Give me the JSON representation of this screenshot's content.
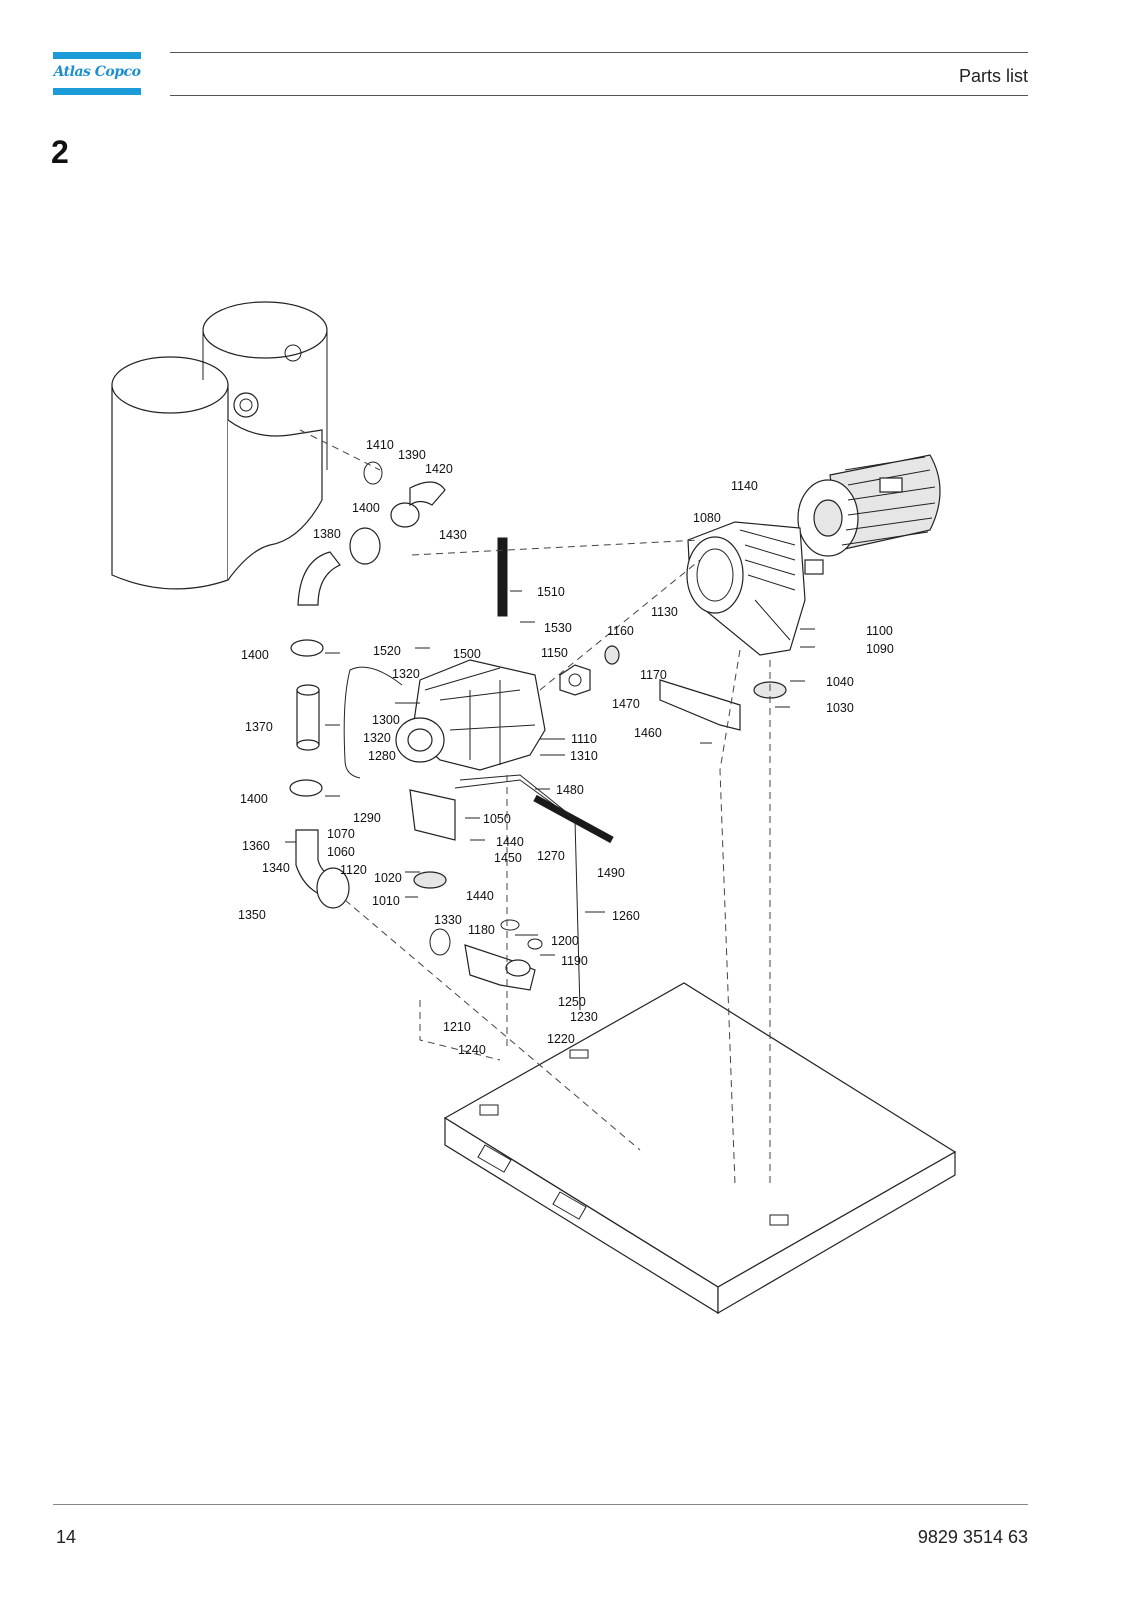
{
  "header": {
    "brand": "Atlas Copco",
    "title": "Parts list"
  },
  "section": {
    "number": "2"
  },
  "footer": {
    "page": "14",
    "doc_number": "9829 3514 63"
  },
  "brand_color": "#1b9bd7",
  "callouts": {
    "c1410": "1410",
    "c1390": "1390",
    "c1420": "1420",
    "c1400a": "1400",
    "c1430": "1430",
    "c1380": "1380",
    "c1140": "1140",
    "c1080": "1080",
    "c1510": "1510",
    "c1530": "1530",
    "c1130": "1130",
    "c1100": "1100",
    "c1090": "1090",
    "c1400b": "1400",
    "c1520": "1520",
    "c1500": "1500",
    "c1150": "1150",
    "c1160": "1160",
    "c1170": "1170",
    "c1320a": "1320",
    "c1040": "1040",
    "c1470": "1470",
    "c1030": "1030",
    "c1370": "1370",
    "c1300": "1300",
    "c1460": "1460",
    "c1320b": "1320",
    "c1110": "1110",
    "c1280": "1280",
    "c1310": "1310",
    "c1400c": "1400",
    "c1480": "1480",
    "c1290": "1290",
    "c1050": "1050",
    "c1070": "1070",
    "c1440a": "1440",
    "c1360": "1360",
    "c1060": "1060",
    "c1450": "1450",
    "c1270": "1270",
    "c1340": "1340",
    "c1120": "1120",
    "c1490": "1490",
    "c1020": "1020",
    "c1440b": "1440",
    "c1010": "1010",
    "c1350": "1350",
    "c1260": "1260",
    "c1330": "1330",
    "c1180": "1180",
    "c1200": "1200",
    "c1190": "1190",
    "c1250": "1250",
    "c1230": "1230",
    "c1210": "1210",
    "c1220": "1220",
    "c1240": "1240"
  }
}
